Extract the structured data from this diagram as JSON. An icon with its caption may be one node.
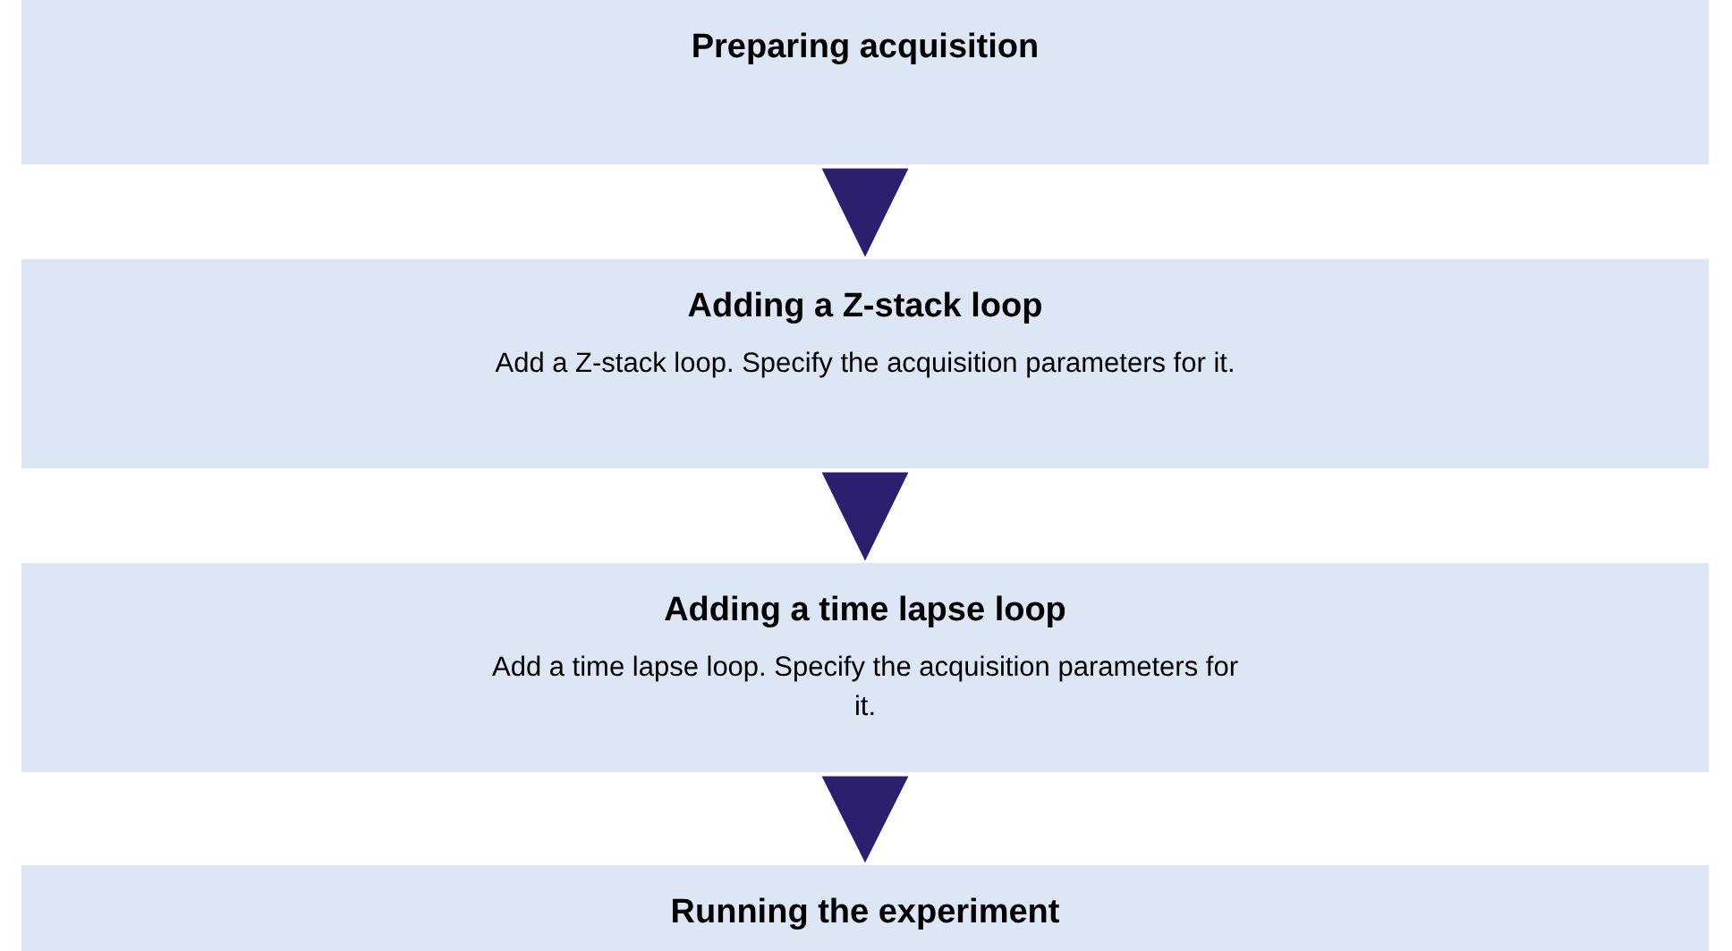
{
  "diagram": {
    "nodes": [
      {
        "text": [
          "Preparing acquisition"
        ]
      },
      {
        "text": [
          "Adding a Z-stack loop",
          "Add a Z-stack loop. Specify the acquisition parameters for it."
        ]
      },
      {
        "text": [
          "Adding a time lapse loop",
          "Add a time lapse loop. Specify the acquisition parameters for it."
        ]
      },
      {
        "text": [
          "Running the experiment"
        ]
      }
    ],
    "edges": [
      {
        "from": 0,
        "to": 1,
        "arrow": "to"
      },
      {
        "from": 1,
        "to": 2,
        "arrow": "to"
      },
      {
        "from": 2,
        "to": 3,
        "arrow": "to"
      }
    ]
  }
}
